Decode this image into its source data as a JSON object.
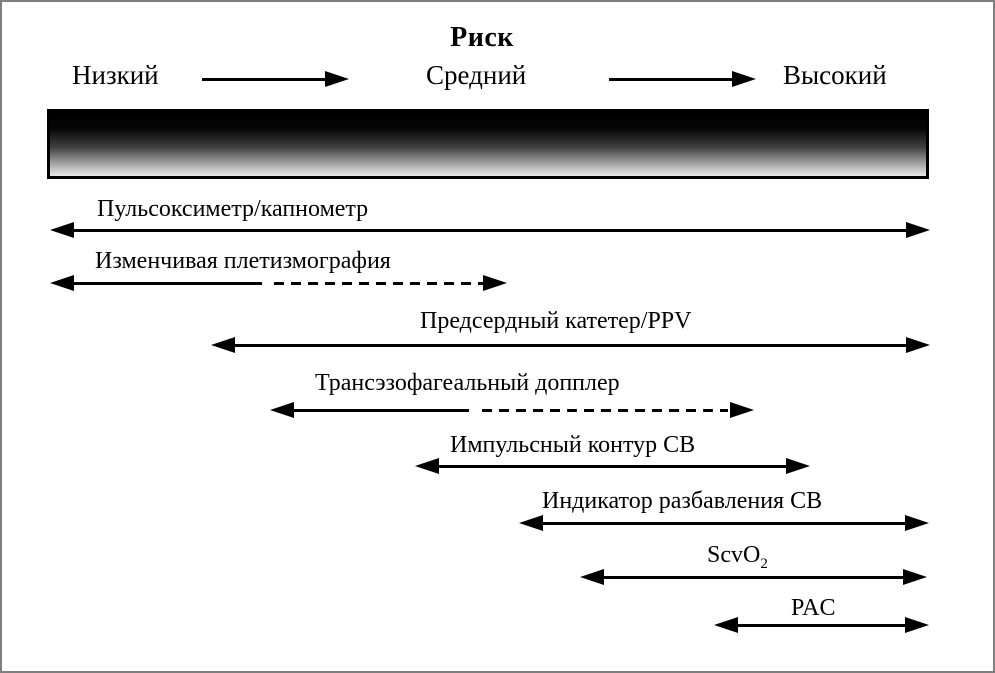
{
  "page": {
    "background": "#ffffff",
    "border_color": "#7f7f7f",
    "text_color": "#000000"
  },
  "header": {
    "title": "Риск",
    "levels": [
      "Низкий",
      "Средний",
      "Высокий"
    ]
  },
  "gradient_bar": {
    "from_color": "#000000",
    "to_color": "#e7e7e7",
    "meaning": "risk gradient from low to high"
  },
  "rows": [
    {
      "label": "Пульсоксиметр/капнометр",
      "arrow": "solid"
    },
    {
      "label": "Изменчивая плетизмография",
      "arrow": "solid-then-dashed"
    },
    {
      "label": "Предсердный катетер/PPV",
      "arrow": "solid"
    },
    {
      "label": "Трансэзофагеальный допплер",
      "arrow": "solid-then-dashed"
    },
    {
      "label": "Импульсный контур СВ",
      "arrow": "solid"
    },
    {
      "label": "Индикатор разбавления СВ",
      "arrow": "solid"
    },
    {
      "label": "ScvO",
      "label_sub": "2",
      "arrow": "solid"
    },
    {
      "label": "PAC",
      "arrow": "solid"
    }
  ]
}
